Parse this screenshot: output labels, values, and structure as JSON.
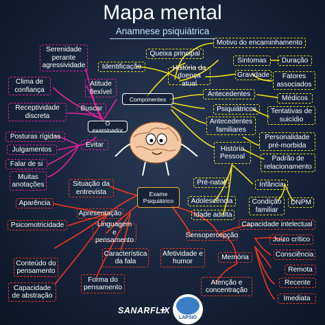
{
  "header": {
    "title": "Mapa mental",
    "subtitle": "Anamnese psiquiátrica"
  },
  "colors": {
    "yellow": "#f2e11b",
    "magenta": "#e3219b",
    "red": "#f0371e",
    "background": "#17233a"
  },
  "hubs": {
    "componentes": "Componentes",
    "examinador": "O examinador",
    "exame": "Exame\nPsiquiátrico"
  },
  "nodes": {
    "queixa": "Queixa principal",
    "motivo": "Motivo do encaminhamento",
    "identificacao": "Identificação",
    "historia_doenca": "História da\ndoença atual",
    "sintomas": "Sintomas",
    "duracao": "Duração",
    "gravidade": "Gravidade",
    "fatores": "Fatores\nassociados",
    "antecedentes": "Antecedentes",
    "medicos": "Médicos",
    "psiquiatricos": "Psiquiátricos",
    "tentativas": "Tentativas de\nsuicídio",
    "antecedentes_familiares": "Antecedentes\nfamiliares",
    "personalidade": "Personalidade\npré-morbida",
    "historia_pessoal": "História\nPessoal",
    "padrao": "Padrão de\nrelacionamento",
    "pre_natal": "Pré-natal",
    "infancia": "Infância",
    "adolescencia": "Adolescência",
    "condicao": "Condição\nfamiliar",
    "dnpm": "DNPM",
    "idade_adulta": "Idade adulta",
    "serenidade": "Serenidade\nperante\nagressividade",
    "clima": "Clima de\nconfiança",
    "atitude": "Atitude\nflexível",
    "receptividade": "Receptividade\ndiscreta",
    "buscar": "Buscar",
    "posturas": "Posturas rígidas",
    "julgamentos": "Julgamentos",
    "falar": "Falar de si",
    "muitas": "Muitas\nanotações",
    "evitar": "Evitar",
    "situacao": "Situação da\nentrevista",
    "aparencia": "Aparência",
    "apresentacao": "Apresentação",
    "psicomotricidade": "Psicomotricidade",
    "linguagem": "Linguagem e\npensamento",
    "sensopercepcao": "Sensopercepção",
    "capacidade_intelectual": "Capacidade intelectual",
    "conteudo": "Conteúdo do\npensamento",
    "caracteristica": "Característica\nda fala",
    "afetividade": "Afetividade e\nhumor",
    "juizo": "Juízo crítico",
    "memoria": "Memória",
    "consciencia": "Consciência",
    "remota": "Remota",
    "capacidade_abstracao": "Capacidade\nde abstração",
    "forma": "Forma do\npensamento",
    "atencao": "Atenção e\nconcentração",
    "recente": "Recente",
    "imediata": "Imediata"
  },
  "footer": {
    "brand1": "SANARFLIX",
    "plus": "+",
    "brand2": "LAPSIO"
  }
}
